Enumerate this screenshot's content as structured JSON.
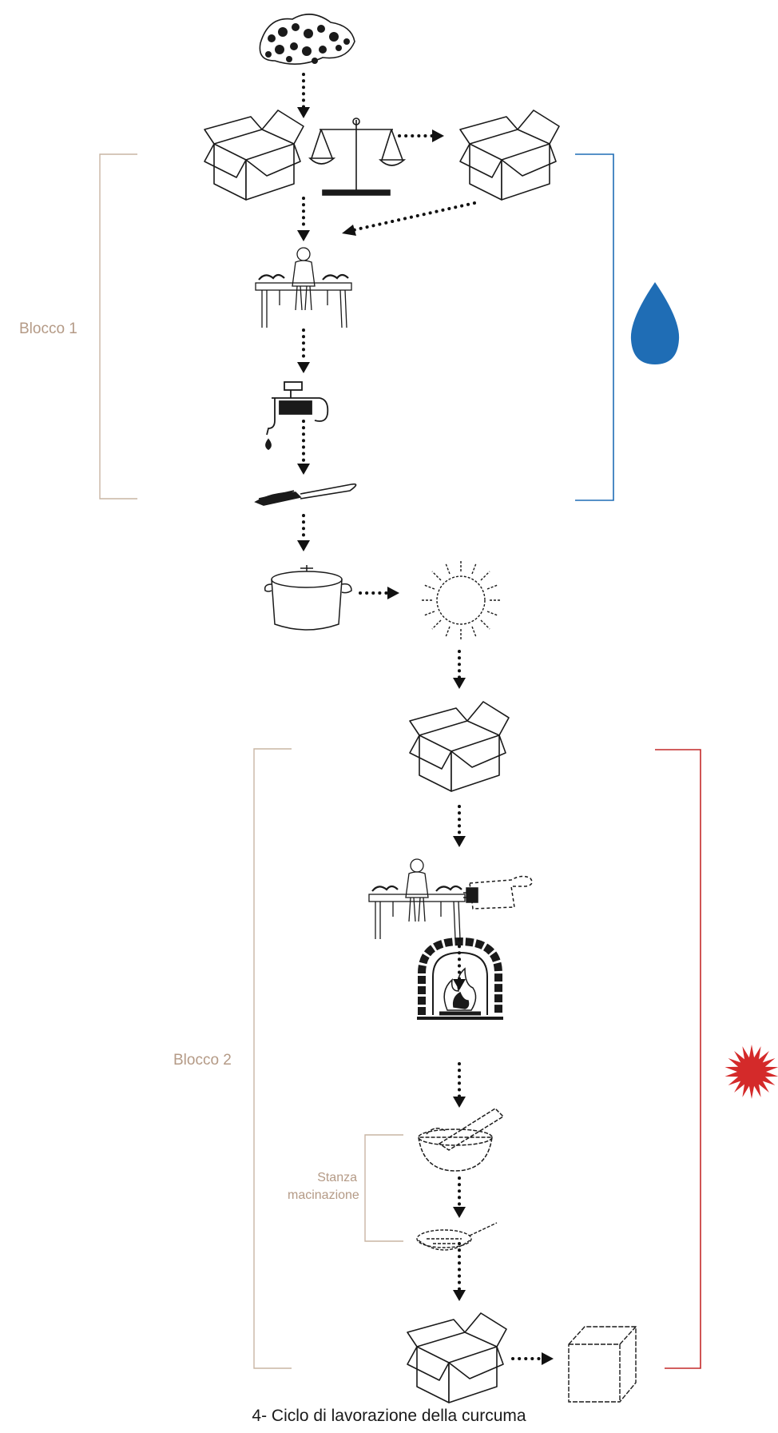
{
  "title": "",
  "caption": "4- Ciclo di lavorazione della curcuma",
  "blocks": [
    {
      "label": "Blocco 1",
      "resource": "water",
      "resource_color": "#1f6db5",
      "bracket_color": "#c9b5a4"
    },
    {
      "label": "Blocco 2",
      "resource": "energy",
      "resource_color": "#d42a2a",
      "bracket_color": "#c9b5a4"
    }
  ],
  "room": {
    "label_line1": "Stanza",
    "label_line2": "macinazione"
  },
  "steps": [
    {
      "id": "raw-turmeric",
      "icon": "turmeric-roots-icon"
    },
    {
      "id": "box-storage",
      "icon": "open-box-icon"
    },
    {
      "id": "weighing",
      "icon": "balance-scale-icon"
    },
    {
      "id": "box-waste",
      "icon": "open-box-icon"
    },
    {
      "id": "sorting",
      "icon": "worker-at-table-icon"
    },
    {
      "id": "washing",
      "icon": "water-tap-icon"
    },
    {
      "id": "cutting",
      "icon": "knife-icon"
    },
    {
      "id": "boiling",
      "icon": "cooking-pot-icon"
    },
    {
      "id": "drying",
      "icon": "sun-icon"
    },
    {
      "id": "box-dried",
      "icon": "open-box-icon"
    },
    {
      "id": "selection",
      "icon": "worker-at-table-icon"
    },
    {
      "id": "scoop",
      "icon": "scoop-icon"
    },
    {
      "id": "roasting",
      "icon": "oven-fire-icon"
    },
    {
      "id": "grinding",
      "icon": "mortar-icon"
    },
    {
      "id": "sieving",
      "icon": "sieve-icon"
    },
    {
      "id": "box-final",
      "icon": "open-box-icon"
    },
    {
      "id": "package",
      "icon": "closed-cube-icon"
    }
  ]
}
